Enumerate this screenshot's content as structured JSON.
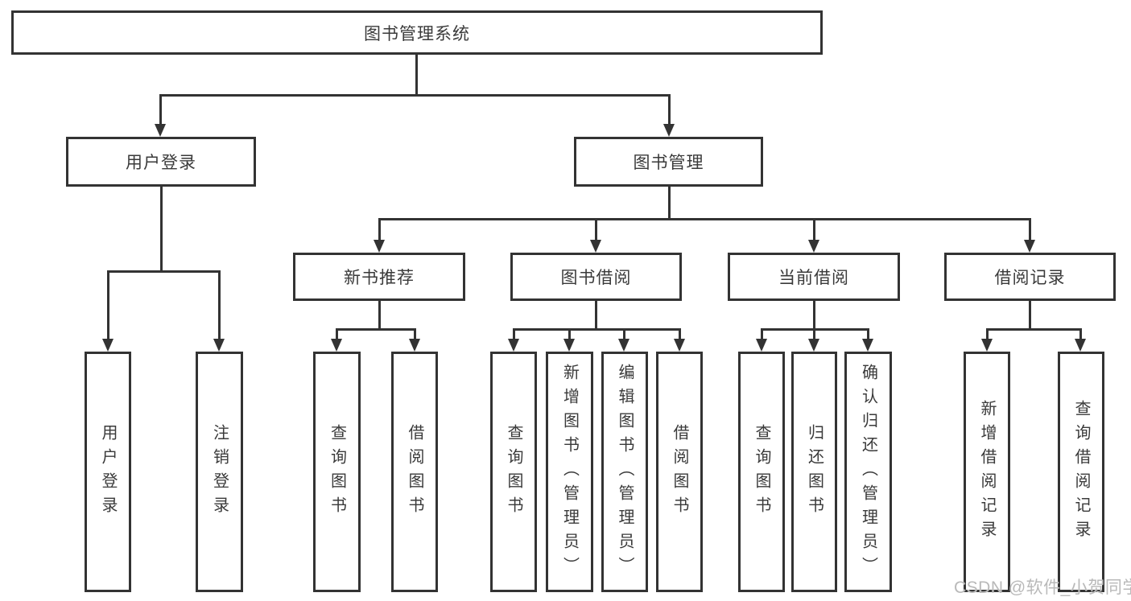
{
  "diagram": {
    "title": "图书管理系统",
    "level2": {
      "user_login": "用户登录",
      "book_management": "图书管理"
    },
    "level3": {
      "new_book_recommend": "新书推荐",
      "book_borrow": "图书借阅",
      "current_borrow": "当前借阅",
      "borrow_record": "借阅记录"
    },
    "leaves": {
      "user_login": [
        "用户登录",
        "注销登录"
      ],
      "new_book_recommend": [
        "查询图书",
        "借阅图书"
      ],
      "book_borrow": [
        "查询图书",
        "新增图书（管理员）",
        "编辑图书（管理员）",
        "借阅图书"
      ],
      "current_borrow": [
        "查询图书",
        "归还图书",
        "确认归还（管理员）"
      ],
      "borrow_record": [
        "新增借阅记录",
        "查询借阅记录"
      ]
    }
  },
  "watermark": "CSDN @软件_小贺同学",
  "colors": {
    "line": "#333333",
    "text": "#3a3a3a",
    "background": "#ffffff",
    "watermark": "#b9b9b9"
  }
}
